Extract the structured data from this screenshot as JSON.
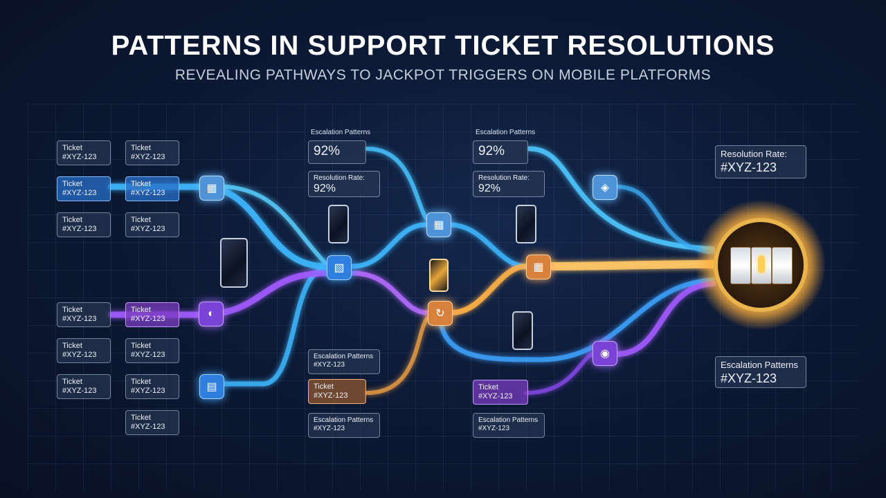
{
  "header": {
    "title": "PATTERNS IN SUPPORT TICKET RESOLUTIONS",
    "subtitle": "REVEALING PATHWAYS TO JACKPOT TRIGGERS ON MOBILE PLATFORMS"
  },
  "tickets": {
    "label": "Ticket",
    "id": "#XYZ-123"
  },
  "labels": {
    "escalation_patterns": "Escalation Patterns",
    "resolution_rate": "Resolution Rate:",
    "percent": "92%",
    "id": "#XYZ-123"
  },
  "colors": {
    "blue_flow": "#3fb8ff",
    "purple_flow": "#a35cff",
    "orange_flow": "#ffb347",
    "gold_target": "#ffc35a"
  },
  "icons": {
    "nodes": [
      "document-icon",
      "document-icon",
      "chat-bubble-icon",
      "database-icon",
      "chat-bubble-icon",
      "refresh-icon",
      "document-icon",
      "shield-icon",
      "shield-icon"
    ],
    "target": "slot-machine-icon"
  }
}
